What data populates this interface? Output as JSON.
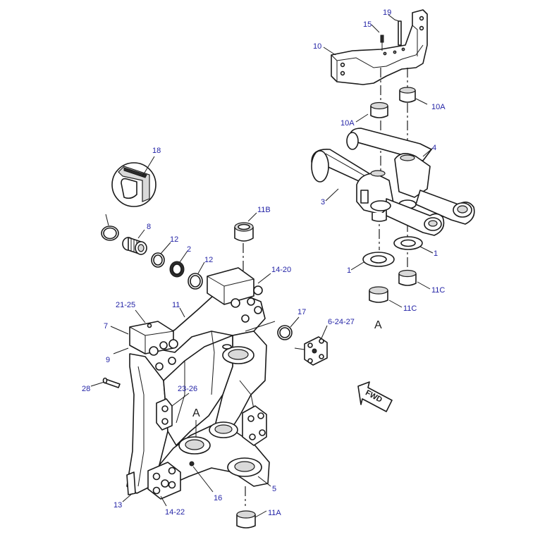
{
  "diagram": {
    "callouts": {
      "c1a": "1",
      "c1b": "1",
      "c2": "2",
      "c3": "3",
      "c4": "4",
      "c5": "5",
      "c6_24_27": "6-24-27",
      "c7": "7",
      "c8": "8",
      "c9": "9",
      "c10": "10",
      "c10a_left": "10A",
      "c10a_right": "10A",
      "c11": "11",
      "c11a": "11A",
      "c11b": "11B",
      "c11c_left": "11C",
      "c11c_right": "11C",
      "c12a": "12",
      "c12b": "12",
      "c13": "13",
      "c14_20": "14-20",
      "c14_22": "14-22",
      "c15": "15",
      "c16": "16",
      "c17": "17",
      "c18": "18",
      "c19": "19",
      "c21_25": "21-25",
      "c23_26": "23-26",
      "c28": "28"
    },
    "reference_marks": {
      "a_frame": "A",
      "a_cylinder": "A"
    },
    "direction_label": "FWD"
  }
}
